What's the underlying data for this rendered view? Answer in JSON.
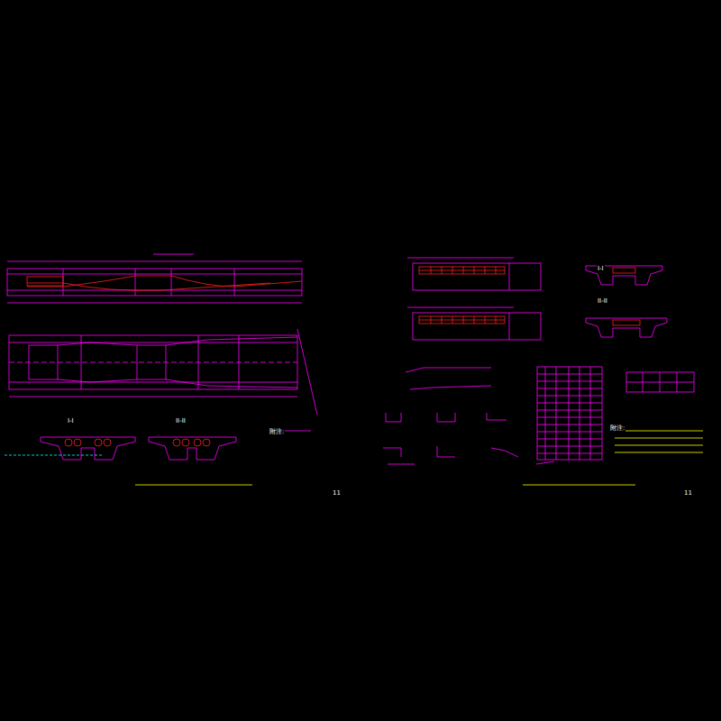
{
  "diagram": {
    "labels": [
      "I-I",
      "II-II",
      "附注:",
      "11",
      "I-I",
      "II-II",
      "附注:",
      "11"
    ]
  }
}
